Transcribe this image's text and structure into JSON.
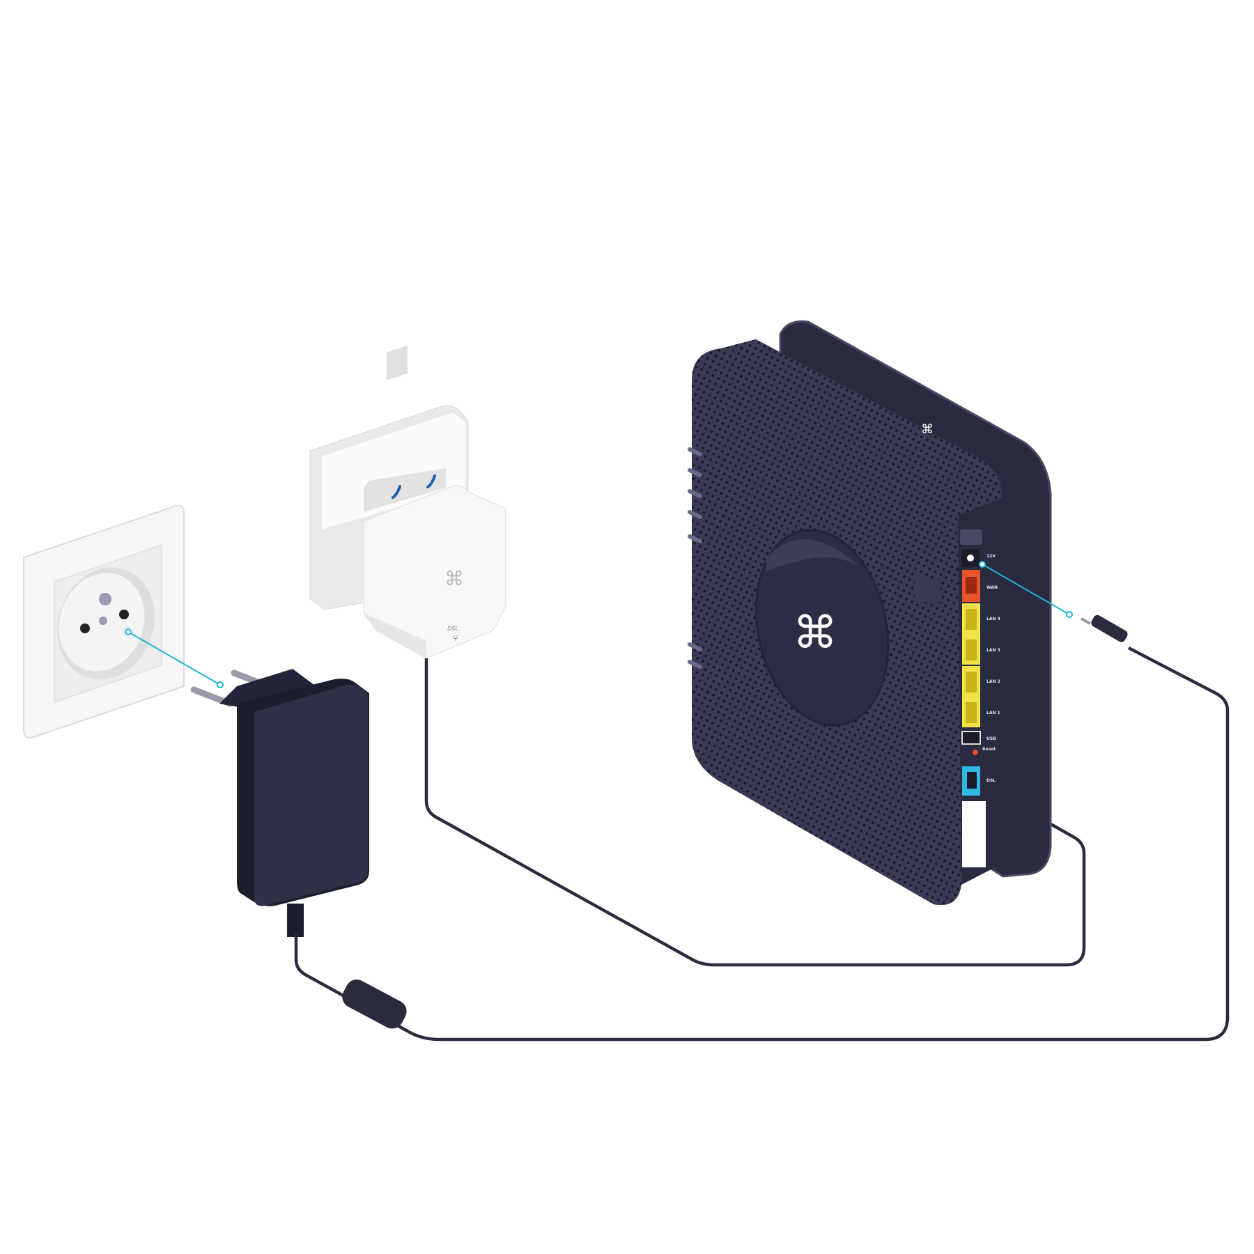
{
  "scene": "router-installation",
  "colors": {
    "router_body": "#2c2c42",
    "router_face": "#34344c",
    "router_edge": "#5a5a78",
    "cable": "#2a2b3d",
    "guide_line": "#1fb5d6",
    "wan_port": "#e8532a",
    "lan_port": "#f2e24a",
    "dsl_port": "#2fb8e6",
    "reset_button": "#e84a2a",
    "white_device": "#f4f4f4",
    "phone_icon": "#1f5fb0"
  },
  "router": {
    "ports": [
      {
        "label": "12V",
        "type": "power"
      },
      {
        "label": "WAN",
        "type": "wan"
      },
      {
        "label": "LAN 4",
        "type": "lan"
      },
      {
        "label": "LAN 3",
        "type": "lan"
      },
      {
        "label": "LAN 2",
        "type": "lan"
      },
      {
        "label": "LAN 1",
        "type": "lan"
      },
      {
        "label": "USB",
        "type": "usb"
      },
      {
        "label": "Reset",
        "type": "button"
      },
      {
        "label": "DSL",
        "type": "dsl"
      }
    ],
    "logo_icon": "bouygues-logo-icon"
  },
  "dsl_filter": {
    "label": "DSL",
    "icon": "network-icon",
    "phone_icons": [
      "phone-icon",
      "phone-icon"
    ]
  },
  "power_adapter": {
    "icon": "eu-plug-icon"
  },
  "wall_socket": {
    "icon": "french-socket-icon"
  }
}
